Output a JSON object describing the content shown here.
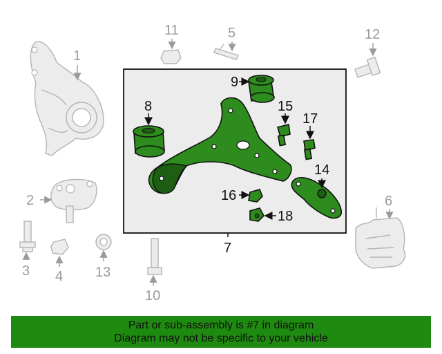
{
  "diagram": {
    "callouts": {
      "c1": "1",
      "c2": "2",
      "c3": "3",
      "c4": "4",
      "c5": "5",
      "c6": "6",
      "c7": "7",
      "c8": "8",
      "c9": "9",
      "c10": "10",
      "c11": "11",
      "c12": "12",
      "c13": "13",
      "c14": "14",
      "c15": "15",
      "c16": "16",
      "c17": "17",
      "c18": "18"
    },
    "colors": {
      "highlight": "#2e8b1d",
      "ghost": "#b4b4b4",
      "banner": "#1f8a10"
    }
  },
  "banner": {
    "line1": "Part or sub-assembly is #7 in diagram",
    "line2": "Diagram may not be specific to your vehicle"
  }
}
